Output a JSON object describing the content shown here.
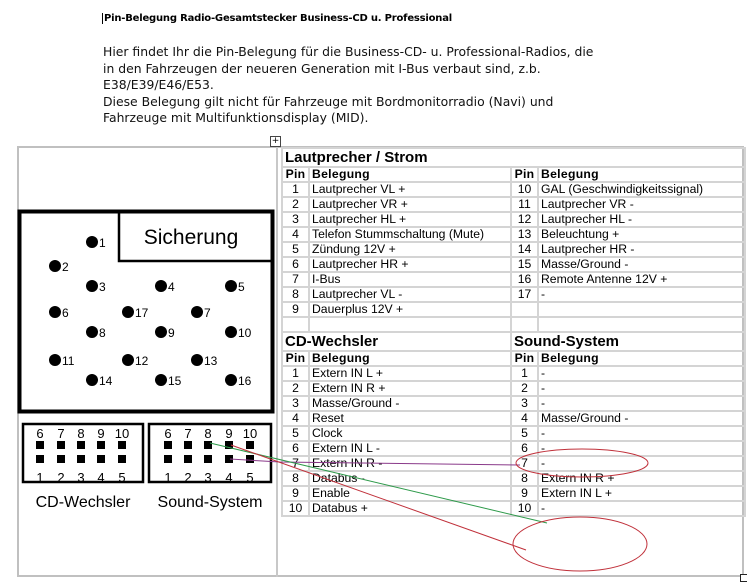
{
  "document": {
    "title": "Pin-Belegung Radio-Gesamtstecker Business-CD u. Professional",
    "intro_lines": [
      "Hier findet Ihr die Pin-Belegung für die Business-CD- u. Professional-Radios, die",
      "in den Fahrzeugen der neueren Generation mit I-Bus verbaut sind, z.b.",
      "E38/E39/E46/E53.",
      "Diese Belegung gilt nicht für Fahrzeuge mit Bordmonitorradio (Navi) und",
      "Fahrzeuge mit Multifunktionsdisplay (MID)."
    ]
  },
  "diagram": {
    "fuse_label": "Sicherung",
    "main_pins": [
      "1",
      "2",
      "3",
      "4",
      "5",
      "6",
      "17",
      "7",
      "8",
      "9",
      "10",
      "11",
      "12",
      "13",
      "14",
      "15",
      "16"
    ],
    "connector_top": [
      "6",
      "7",
      "8",
      "9",
      "10"
    ],
    "connector_bottom": [
      "1",
      "2",
      "3",
      "4",
      "5"
    ],
    "cd_label": "CD-Wechsler",
    "sound_label": "Sound-System"
  },
  "tables": {
    "pin_header": "Pin",
    "assign_header": "Belegung",
    "speaker": {
      "title": "Lautprecher / Strom",
      "left": [
        [
          "1",
          "Lautprecher VL +"
        ],
        [
          "2",
          "Lautprecher VR +"
        ],
        [
          "3",
          "Lautprecher HL +"
        ],
        [
          "4",
          "Telefon Stummschaltung (Mute)"
        ],
        [
          "5",
          "Zündung 12V +"
        ],
        [
          "6",
          "Lautprecher HR +"
        ],
        [
          "7",
          "I-Bus"
        ],
        [
          "8",
          "Lautprecher VL -"
        ],
        [
          "9",
          "Dauerplus 12V +"
        ]
      ],
      "right": [
        [
          "10",
          "GAL (Geschwindigkeitssignal)"
        ],
        [
          "11",
          "Lautprecher VR -"
        ],
        [
          "12",
          "Lautprecher HL -"
        ],
        [
          "13",
          "Beleuchtung +"
        ],
        [
          "14",
          "Lautprecher HR -"
        ],
        [
          "15",
          "Masse/Ground -"
        ],
        [
          "16",
          "Remote Antenne 12V +"
        ],
        [
          "17",
          "-"
        ],
        [
          "",
          ""
        ]
      ]
    },
    "cd": {
      "title": "CD-Wechsler",
      "rows": [
        [
          "1",
          "Extern IN L +"
        ],
        [
          "2",
          "Extern IN R +"
        ],
        [
          "3",
          "Masse/Ground -"
        ],
        [
          "4",
          "Reset"
        ],
        [
          "5",
          "Clock"
        ],
        [
          "6",
          "Extern IN L -"
        ],
        [
          "7",
          "Extern IN R -"
        ],
        [
          "8",
          "Databus -"
        ],
        [
          "9",
          "Enable"
        ],
        [
          "10",
          "Databus +"
        ]
      ]
    },
    "sound": {
      "title": "Sound-System",
      "rows": [
        [
          "1",
          "-"
        ],
        [
          "2",
          "-"
        ],
        [
          "3",
          "-"
        ],
        [
          "4",
          "Masse/Ground -"
        ],
        [
          "5",
          "-"
        ],
        [
          "6",
          "-"
        ],
        [
          "7",
          "-"
        ],
        [
          "8",
          "Extern IN R +"
        ],
        [
          "9",
          "Extern IN L +"
        ],
        [
          "10",
          "-"
        ]
      ]
    }
  },
  "colors": {
    "annotation_red": "#c0303a",
    "annotation_green": "#2e9a4a",
    "annotation_purple": "#8a3a8a",
    "grid": "#d4d4d4"
  }
}
